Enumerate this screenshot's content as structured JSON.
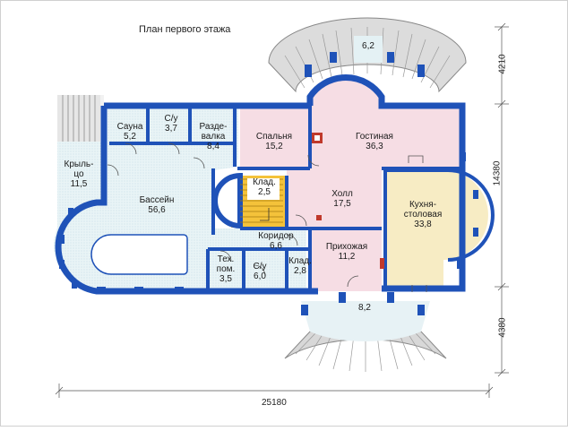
{
  "title": "План первого этажа",
  "dimensions": {
    "total_width": "25180",
    "total_depth": "14380",
    "top_offset": "4210",
    "bottom_offset": "4380"
  },
  "rooms": {
    "sauna": {
      "name": "Сауна",
      "area": "5,2"
    },
    "wc1": {
      "name": "С/у",
      "area": "3,7"
    },
    "changing": {
      "name_line1": "Разде-",
      "name_line2": "валка",
      "area": "8,4"
    },
    "porch_left": {
      "name_line1": "Крыль-",
      "name_line2": "цо",
      "area": "11,5"
    },
    "pool": {
      "name": "Бассейн",
      "area": "56,6"
    },
    "bedroom": {
      "name": "Спальня",
      "area": "15,2"
    },
    "living": {
      "name": "Гостиная",
      "area": "36,3"
    },
    "storage1": {
      "name": "Клад.",
      "area": "2,5"
    },
    "hall": {
      "name": "Холл",
      "area": "17,5"
    },
    "kitchen": {
      "name_line1": "Кухня-",
      "name_line2": "столовая",
      "area": "33,8"
    },
    "corridor": {
      "name": "Коридор",
      "area": "6,6"
    },
    "entrance": {
      "name": "Прихожая",
      "area": "11,2"
    },
    "tech": {
      "name_line1": "Тех.",
      "name_line2": "пом.",
      "area": "3,5"
    },
    "wc2": {
      "name": "С/у",
      "area": "6,0"
    },
    "storage2": {
      "name": "Клад.",
      "area": "2,8"
    },
    "terrace_top": {
      "area": "6,2"
    },
    "porch_bottom": {
      "area": "8,2"
    }
  },
  "colors": {
    "wall": "#1f52b8",
    "pool_floor": "#d8eef3",
    "bedroom_floor": "#f6dde4",
    "kitchen_floor": "#f7ecc4",
    "stair_floor": "#f4c23a",
    "porch_grey": "#c8c8c8"
  }
}
